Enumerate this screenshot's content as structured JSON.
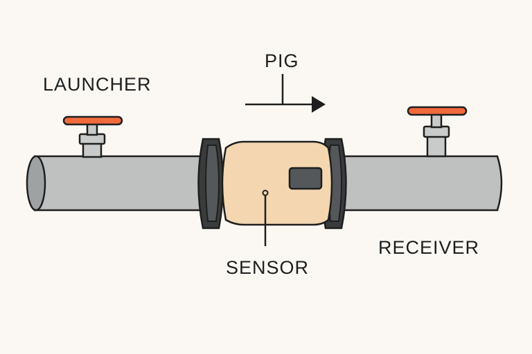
{
  "labels": {
    "launcher": "LAUNCHER",
    "pig": "PIG",
    "sensor": "SENSOR",
    "receiver": "RECEIVER"
  },
  "colors": {
    "background": "#fbf8f3",
    "pipe": "#bfc1c1",
    "pipe_end": "#9fa2a3",
    "outline": "#1e1e1e",
    "flange": "#3a3b3c",
    "sensor_body": "#f4d6b0",
    "sensor_window": "#55585a",
    "valve_handle": "#f06a3c",
    "valve_stem": "#c9cbcb"
  }
}
